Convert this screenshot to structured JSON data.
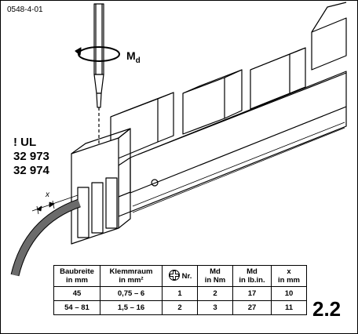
{
  "doc_id": "0548-4-01",
  "torque_label": {
    "main": "M",
    "sub": "d"
  },
  "dimension_label": "x",
  "ul_note": {
    "line1": "! UL",
    "line2": "32 973",
    "line3": "32 974"
  },
  "figure_number": "2.2",
  "table": {
    "headers": [
      {
        "line1": "Baubreite",
        "line2": "in mm"
      },
      {
        "line1": "Klemmraum",
        "line2": "in mm²"
      },
      {
        "icon": "phillips-screw-icon",
        "line1": "Nr.",
        "line2": ""
      },
      {
        "line1": "Md",
        "line2": "in Nm"
      },
      {
        "line1": "Md",
        "line2": "in lb.in."
      },
      {
        "line1": "x",
        "line2": "in mm"
      }
    ],
    "rows": [
      [
        "45",
        "0,75 – 6",
        "1",
        "2",
        "17",
        "10"
      ],
      [
        "54 – 81",
        "1,5 – 16",
        "2",
        "3",
        "27",
        "11"
      ]
    ]
  },
  "colors": {
    "line": "#000000",
    "wire": "#6b6b6b",
    "background": "#ffffff"
  }
}
